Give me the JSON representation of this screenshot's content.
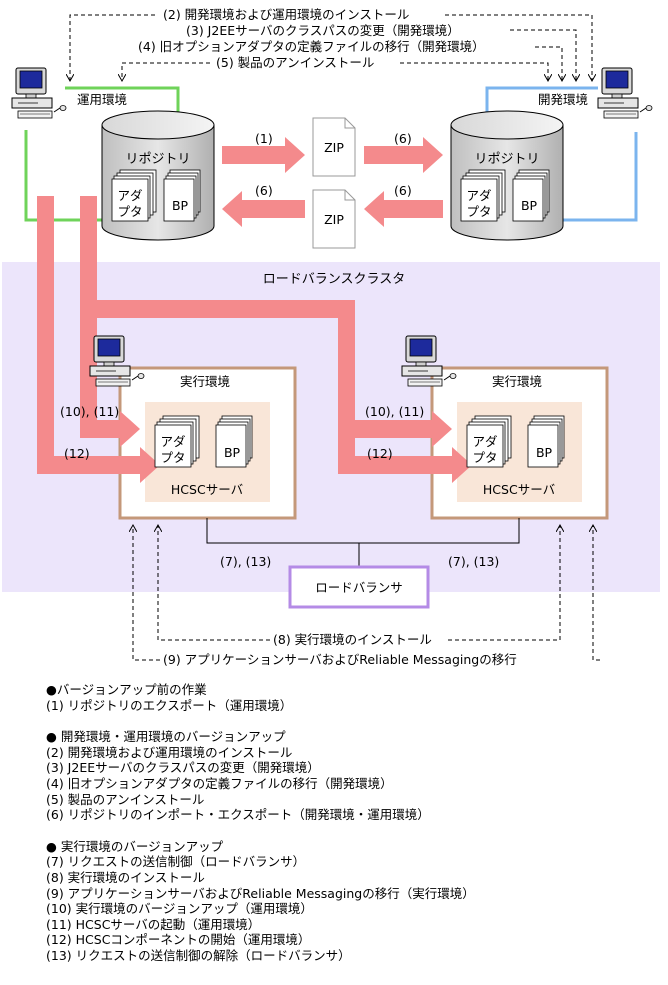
{
  "top_arrows": [
    "(2) 開発環境および運用環境のインストール",
    "(3) J2EEサーバのクラスパスの変更（開発環境）",
    "(4) 旧オプションアダプタの定義ファイルの移行（開発環境）",
    "(5) 製品のアンインストール"
  ],
  "ops_env_label": "運用環境",
  "dev_env_label": "開発環境",
  "repository_label": "リポジトリ",
  "adapter_label_1": "アダ",
  "adapter_label_2": "プタ",
  "bp_label": "BP",
  "zip_label": "ZIP",
  "step_1": "(1)",
  "step_6": "(6)",
  "cluster_label": "ロードバランスクラスタ",
  "exec_env_label": "実行環境",
  "hcsc_label": "HCSCサーバ",
  "step_10_11": "(10), (11)",
  "step_12": "(12)",
  "step_7_13": "(7), (13)",
  "load_balancer_label": "ロードバランサ",
  "bottom_arrows": [
    "(8) 実行環境のインストール",
    "(9) アプリケーションサーバおよびReliable Messagingの移行"
  ],
  "legend": {
    "section1_title": "●バージョンアップ前の作業",
    "section1_items": [
      "(1) リポジトリのエクスポート（運用環境）"
    ],
    "section2_title": "● 開発環境・運用環境のバージョンアップ",
    "section2_items": [
      "(2) 開発環境および運用環境のインストール",
      "(3) J2EEサーバのクラスパスの変更（開発環境）",
      "(4) 旧オプションアダプタの定義ファイルの移行（開発環境）",
      "(5) 製品のアンインストール",
      "(6) リポジトリのインポート・エクスポート（開発環境・運用環境）"
    ],
    "section3_title": "● 実行環境のバージョンアップ",
    "section3_items": [
      "(7) リクエストの送信制御（ロードバランサ）",
      "(8) 実行環境のインストール",
      "(9) アプリケーションサーバおよびReliable Messagingの移行（実行環境）",
      "(10) 実行環境のバージョンアップ（運用環境）",
      "(11) HCSCサーバの起動（運用環境）",
      "(12) HCSCコンポーネントの開始（運用環境）",
      "(13) リクエストの送信制御の解除（ロードバランサ）"
    ]
  },
  "colors": {
    "pink_arrow": "#f48a8c",
    "cluster_bg": "#ece5fb",
    "green_line": "#6fd35a",
    "blue_line": "#7bb4ee",
    "exec_border": "#c4987a",
    "hcsc_bg": "#f9e6d8",
    "lb_border": "#b48be6"
  }
}
